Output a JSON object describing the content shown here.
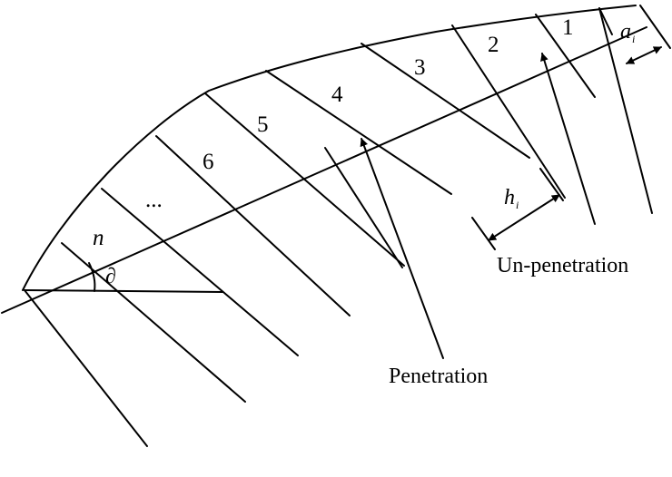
{
  "strip_labels": [
    "n",
    "...",
    "6",
    "5",
    "4",
    "3",
    "2",
    "1"
  ],
  "angle_symbol": "∂",
  "spacing_label": {
    "letter": "a",
    "sub": "i"
  },
  "length_label": {
    "letter": "h",
    "sub": "i"
  },
  "penetration_label": "Penetration",
  "unpenetration_label": "Un-penetration"
}
